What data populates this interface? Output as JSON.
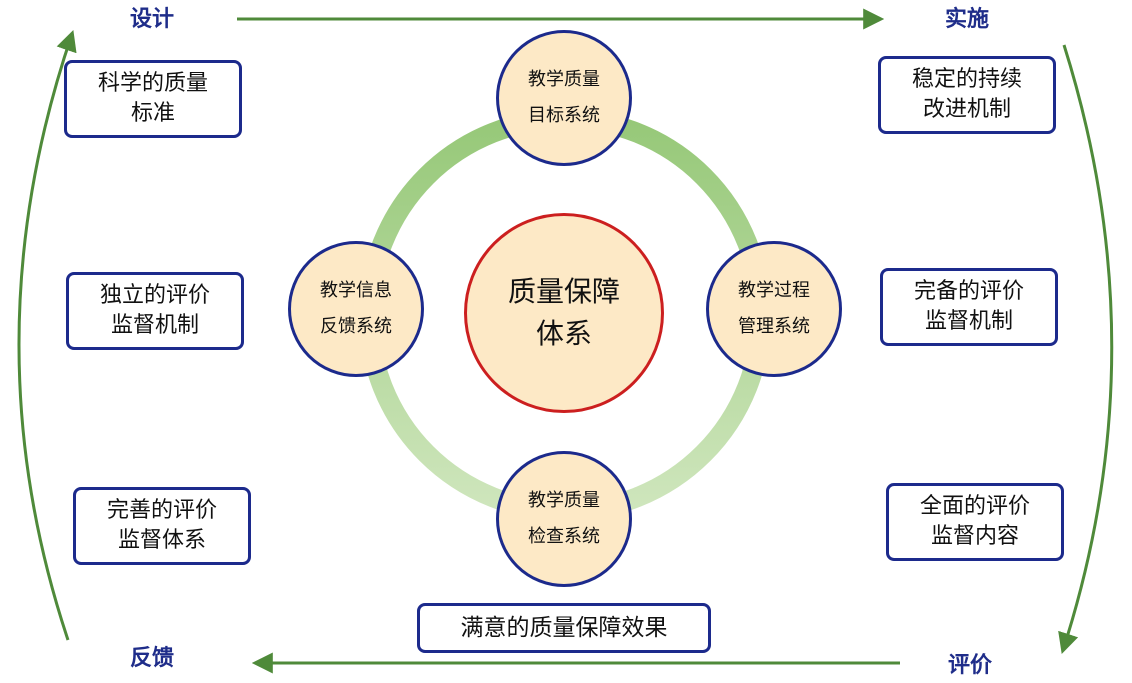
{
  "corners": {
    "top_left": "设计",
    "top_right": "实施",
    "bottom_right": "评价",
    "bottom_left": "反馈"
  },
  "left_boxes": [
    {
      "line1": "科学的质量",
      "line2": "标准"
    },
    {
      "line1": "独立的评价",
      "line2": "监督机制"
    },
    {
      "line1": "完善的评价",
      "line2": "监督体系"
    }
  ],
  "right_boxes": [
    {
      "line1": "稳定的持续",
      "line2": "改进机制"
    },
    {
      "line1": "完备的评价",
      "line2": "监督机制"
    },
    {
      "line1": "全面的评价",
      "line2": "监督内容"
    }
  ],
  "center": {
    "line1": "质量保障",
    "line2": "体系"
  },
  "satellites": {
    "top": {
      "line1": "教学质量",
      "line2": "目标系统"
    },
    "right": {
      "line1": "教学过程",
      "line2": "管理系统"
    },
    "bottom": {
      "line1": "教学质量",
      "line2": "检查系统"
    },
    "left": {
      "line1": "教学信息",
      "line2": "反馈系统"
    }
  },
  "bottom_box": "满意的质量保障效果",
  "colors": {
    "arrow_green": "#4f8a3a",
    "ring_green": "#9ccc7e",
    "ring_green_light": "#c5e0b0",
    "border_blue": "#1c2a8c",
    "center_border_red": "#cc1f1f",
    "circle_fill": "#fde9c6",
    "label_blue": "#1f2d8a"
  }
}
